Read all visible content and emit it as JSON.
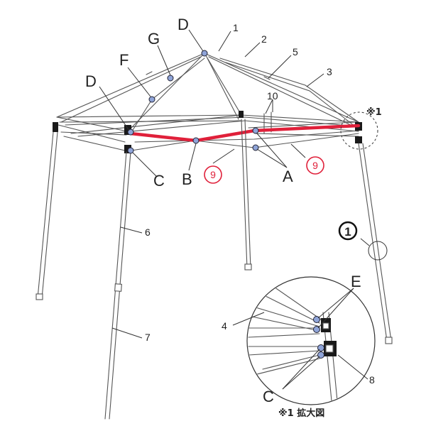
{
  "labels": {
    "A": "A",
    "B": "B",
    "C": "C",
    "C_zoom": "C",
    "D_top": "D",
    "D_left": "D",
    "E": "E",
    "F": "F",
    "G": "G",
    "n1": "1",
    "n2": "2",
    "n3": "3",
    "n4": "4",
    "n5": "5",
    "n6": "6",
    "n7": "7",
    "n8": "8",
    "n9_left": "9",
    "n9_right": "9",
    "n10": "10",
    "note_ref": "※1",
    "zoom_caption": "※1 拡大図",
    "step_badge": "1"
  },
  "colors": {
    "highlight": "#e0203a",
    "pin": "#8fa4d8",
    "frame": "#555555"
  }
}
